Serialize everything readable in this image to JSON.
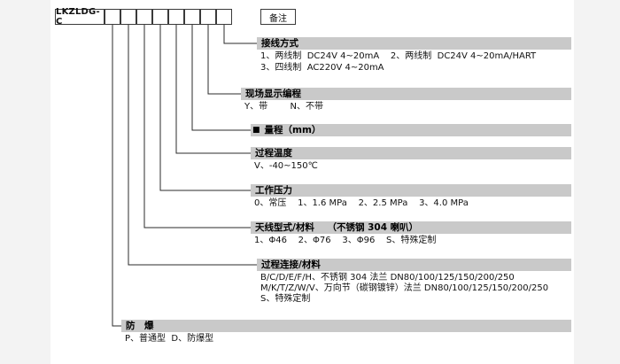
{
  "model": {
    "prefix": "LKZLDG-C",
    "remark_label": "备注",
    "code_box_count": 8
  },
  "sections": [
    {
      "id": "wiring",
      "title": "接线方式",
      "options": [
        "1、两线制  DC24V 4~20mA    2、两线制  DC24V 4~20mA/HART",
        "3、四线制  AC220V 4~20mA"
      ]
    },
    {
      "id": "display",
      "title": "现场显示编程",
      "options": [
        "Y、带        N、不带"
      ]
    },
    {
      "id": "range",
      "title": "量程（mm）",
      "marker": "■",
      "options": []
    },
    {
      "id": "temperature",
      "title": "过程温度",
      "options": [
        "V、-40~150℃"
      ]
    },
    {
      "id": "pressure",
      "title": "工作压力",
      "options": [
        "0、常压    1、1.6 MPa    2、2.5 MPa    3、4.0 MPa"
      ]
    },
    {
      "id": "antenna",
      "title": "天线型式/材料    （不锈钢 304 喇叭）",
      "options": [
        "1、Φ46    2、Φ76    3、Φ96    S、特殊定制"
      ]
    },
    {
      "id": "connection",
      "title": "过程连接/材料",
      "options": [
        "B/C/D/E/F/H、不锈钢 304 法兰 DN80/100/125/150/200/250",
        "M/K/T/Z/W/V、万向节（碳钢镀锌）法兰 DN80/100/125/150/200/250",
        "S、特殊定制"
      ]
    },
    {
      "id": "explosion",
      "title": "防　爆",
      "options": [
        "P、普通型  D、防爆型"
      ]
    }
  ],
  "colors": {
    "bar_bg": "#c9c9c9",
    "connector_line": "#2b2b2b",
    "box_border": "#3a3a3a",
    "page_margin": "#f3f3f3"
  }
}
